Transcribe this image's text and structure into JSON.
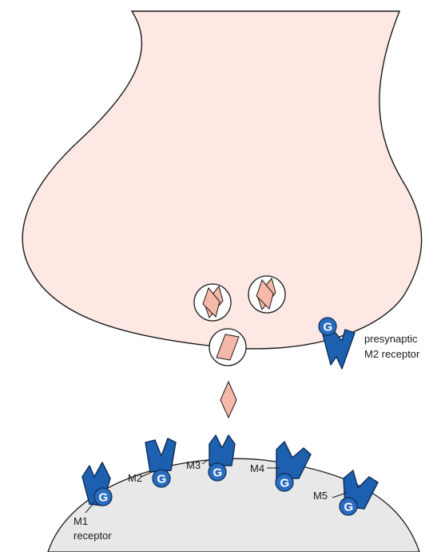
{
  "labels": {
    "presynaptic": [
      "presynaptic",
      "M2 receptor"
    ],
    "m1": [
      "M1",
      "receptor"
    ],
    "m2": "M2",
    "m3": "M3",
    "m4": "M4",
    "m5": "M5",
    "g": "G"
  },
  "colors": {
    "terminal": "#fde8e3",
    "postsynaptic": "#e8e8e8",
    "receptor": "#1e60b0",
    "acetylcholine": "#f6b8a8"
  }
}
